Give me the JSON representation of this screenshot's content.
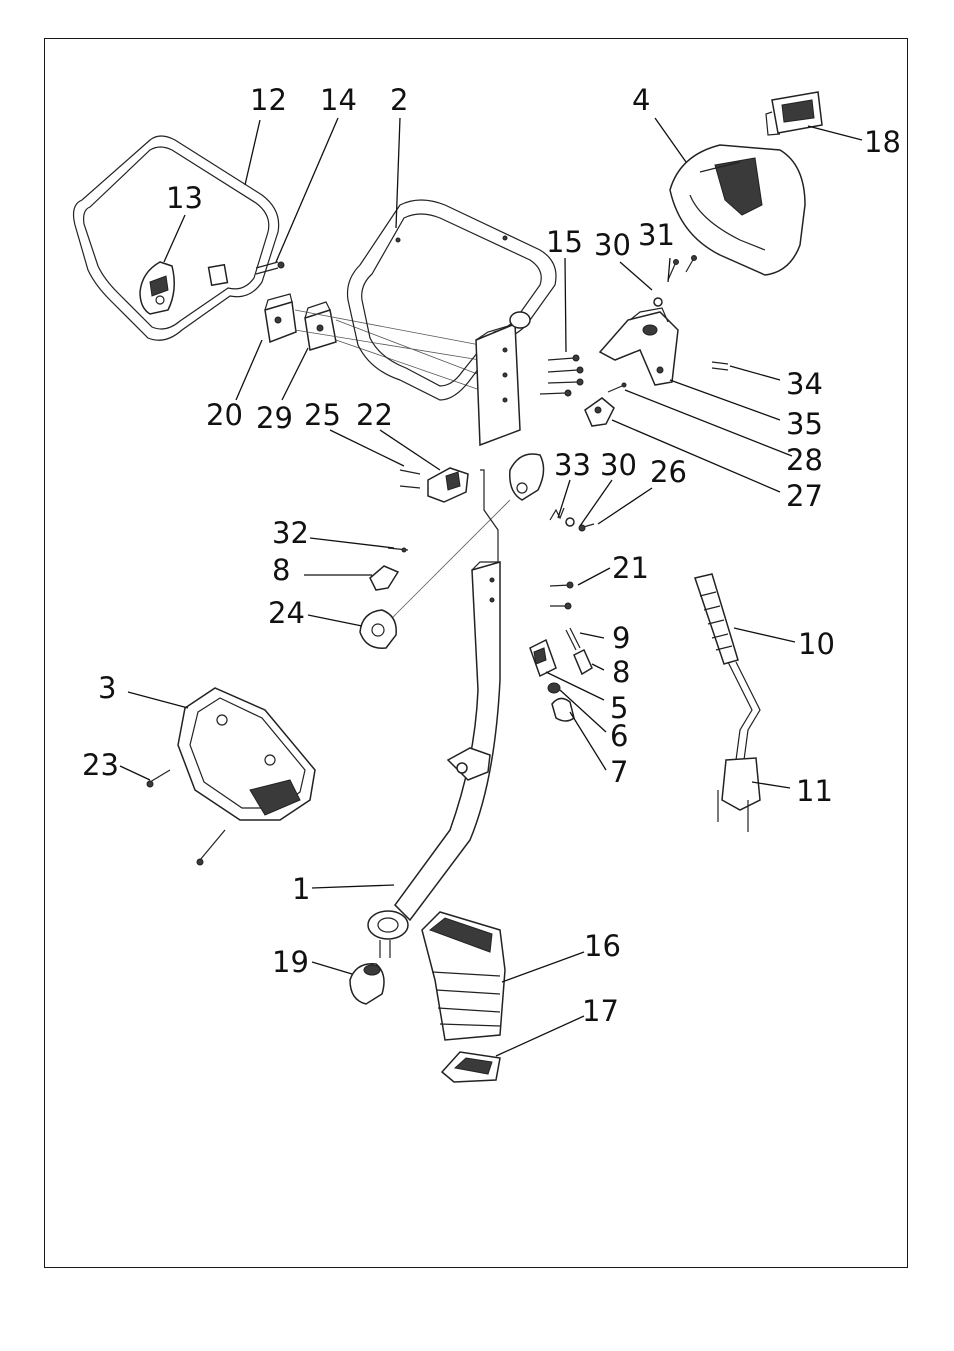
{
  "labels": [
    {
      "id": "12",
      "text": "12"
    },
    {
      "id": "14",
      "text": "14"
    },
    {
      "id": "2",
      "text": "2"
    },
    {
      "id": "4",
      "text": "4"
    },
    {
      "id": "18",
      "text": "18"
    },
    {
      "id": "13",
      "text": "13"
    },
    {
      "id": "15",
      "text": "15"
    },
    {
      "id": "30a",
      "text": "30"
    },
    {
      "id": "31",
      "text": "31"
    },
    {
      "id": "34",
      "text": "34"
    },
    {
      "id": "35",
      "text": "35"
    },
    {
      "id": "28",
      "text": "28"
    },
    {
      "id": "27",
      "text": "27"
    },
    {
      "id": "20",
      "text": "20"
    },
    {
      "id": "29",
      "text": "29"
    },
    {
      "id": "25",
      "text": "25"
    },
    {
      "id": "22",
      "text": "22"
    },
    {
      "id": "33",
      "text": "33"
    },
    {
      "id": "30b",
      "text": "30"
    },
    {
      "id": "26",
      "text": "26"
    },
    {
      "id": "32",
      "text": "32"
    },
    {
      "id": "8a",
      "text": "8"
    },
    {
      "id": "21",
      "text": "21"
    },
    {
      "id": "24",
      "text": "24"
    },
    {
      "id": "10",
      "text": "10"
    },
    {
      "id": "9",
      "text": "9"
    },
    {
      "id": "8b",
      "text": "8"
    },
    {
      "id": "5",
      "text": "5"
    },
    {
      "id": "6",
      "text": "6"
    },
    {
      "id": "7",
      "text": "7"
    },
    {
      "id": "3",
      "text": "3"
    },
    {
      "id": "23",
      "text": "23"
    },
    {
      "id": "11",
      "text": "11"
    },
    {
      "id": "1",
      "text": "1"
    },
    {
      "id": "16",
      "text": "16"
    },
    {
      "id": "19",
      "text": "19"
    },
    {
      "id": "17",
      "text": "17"
    }
  ]
}
